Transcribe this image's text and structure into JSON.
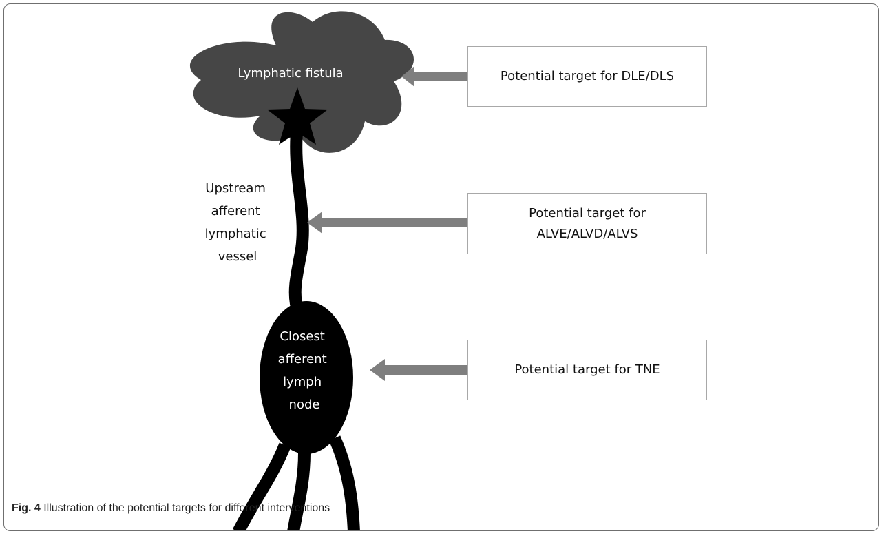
{
  "colors": {
    "fistula": "#464646",
    "vessel": "#000000",
    "node": "#000000",
    "arrow": "#7f7f7f",
    "box_border": "#a8a8a8",
    "frame_border": "#6f6f6f"
  },
  "diagram": {
    "fistula_label": "Lymphatic fistula",
    "vessel_label": [
      "Upstream",
      "afferent",
      "lymphatic",
      "vessel"
    ],
    "node_label": [
      "Closest",
      "afferent",
      "lymph",
      "node"
    ],
    "targets": [
      {
        "label": [
          "Potential target for DLE/DLS"
        ]
      },
      {
        "label": [
          "Potential target for",
          "ALVE/ALVD/ALVS"
        ]
      },
      {
        "label": [
          "Potential target for TNE"
        ]
      }
    ]
  },
  "caption": {
    "number": "Fig. 4",
    "text": " Illustration of the potential targets for different interventions"
  }
}
